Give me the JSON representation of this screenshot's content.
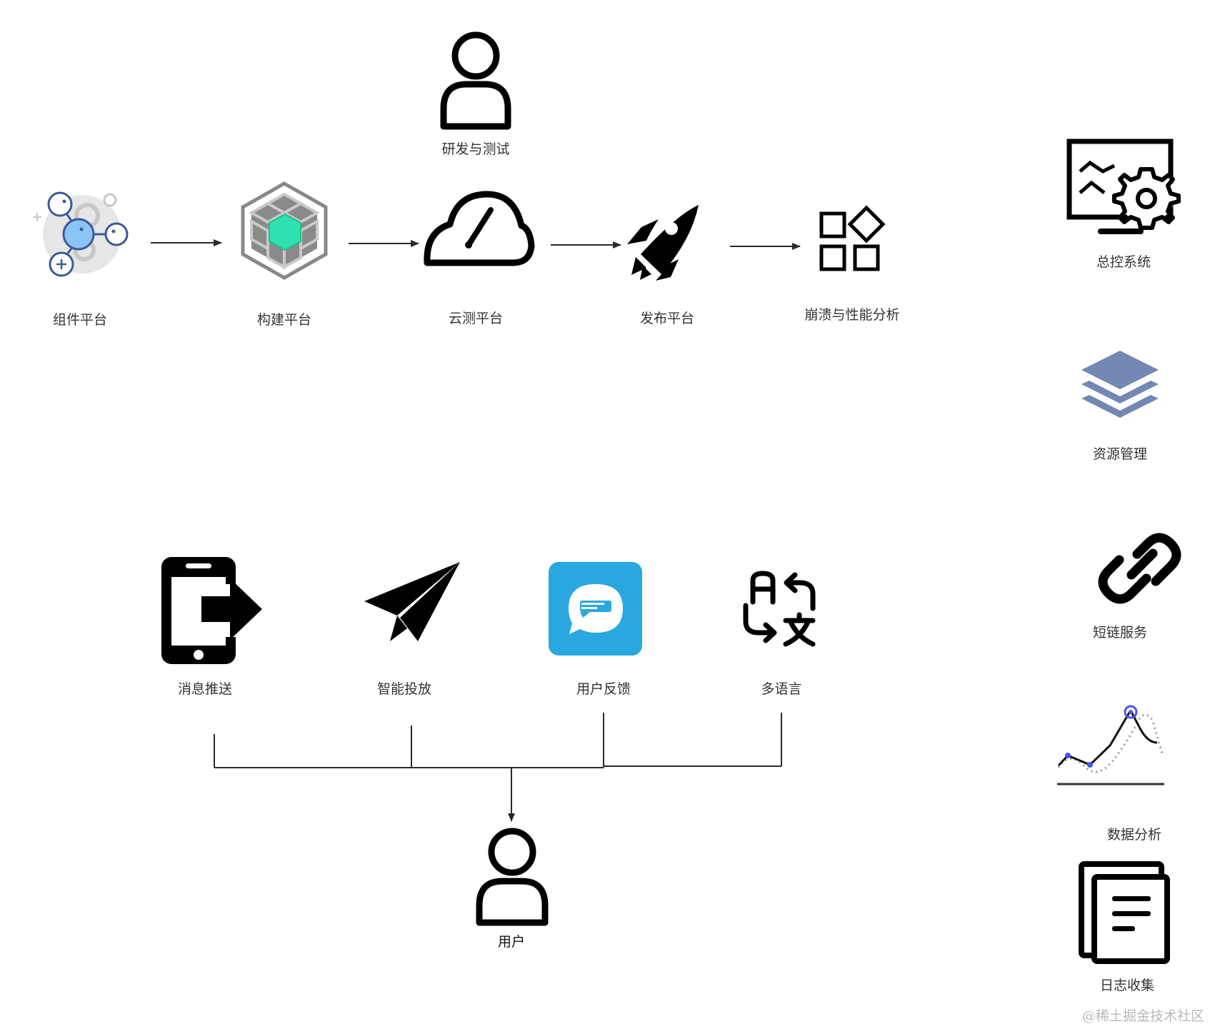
{
  "top_row": {
    "developer": {
      "label": "研发与测试",
      "icon": "person-icon"
    },
    "components": {
      "label": "组件平台",
      "icon": "component-network-icon"
    },
    "build": {
      "label": "构建平台",
      "icon": "hexagon-cube-icon"
    },
    "cloud_test": {
      "label": "云测平台",
      "icon": "cloud-gauge-icon"
    },
    "release": {
      "label": "发布平台",
      "icon": "rocket-icon"
    },
    "crash": {
      "label": "崩溃与性能分析",
      "icon": "apps-grid-icon"
    }
  },
  "services": [
    {
      "label": "消息推送",
      "icon": "phone-push-icon"
    },
    {
      "label": "智能投放",
      "icon": "paper-plane-icon"
    },
    {
      "label": "用户反馈",
      "icon": "chat-bubble-icon"
    },
    {
      "label": "多语言",
      "icon": "translate-icon"
    }
  ],
  "end_user": {
    "label": "用户",
    "icon": "person-icon"
  },
  "sidebar": [
    {
      "label": "总控系统",
      "icon": "monitor-gear-icon"
    },
    {
      "label": "资源管理",
      "icon": "layers-icon"
    },
    {
      "label": "短链服务",
      "icon": "link-icon"
    },
    {
      "label": "数据分析",
      "icon": "line-chart-icon"
    },
    {
      "label": "日志收集",
      "icon": "documents-icon"
    }
  ],
  "watermark": "@稀土掘金技术社区",
  "colors": {
    "accent_blue": "#29a8e0",
    "component_blue": "#8cc4f5",
    "build_green": "#2fe0b0",
    "layers_blue": "#7288b3",
    "chart_marker": "#4a55e8"
  }
}
